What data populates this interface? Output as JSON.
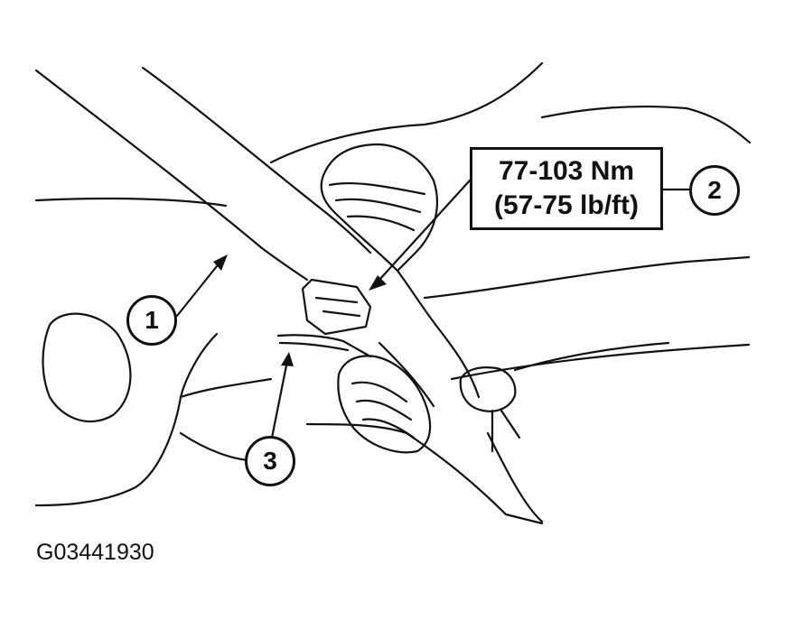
{
  "torque_spec": {
    "metric": "77-103 Nm",
    "imperial": "(57-75 lb/ft)"
  },
  "callouts": {
    "one": "1",
    "two": "2",
    "three": "3"
  },
  "figure_id": "G03441930",
  "colors": {
    "line": "#111111",
    "background": "#ffffff"
  }
}
